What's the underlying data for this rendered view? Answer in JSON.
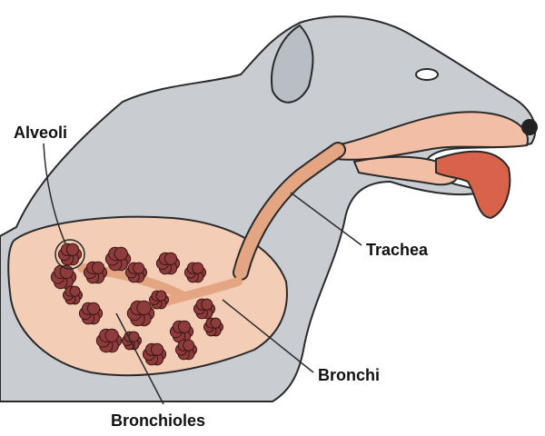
{
  "labels": {
    "alveoli": "Alveoli",
    "trachea": "Trachea",
    "bronchi": "Bronchi",
    "bronchioles": "Bronchioles"
  },
  "colors": {
    "body": "#c9cdd2",
    "outline": "#2a2a2a",
    "lung": "#f4cdb6",
    "alveoli": "#8e3b3b",
    "trachea": "#e4a583",
    "tongue": "#d9624a",
    "mouth": "#f2bfa6"
  }
}
